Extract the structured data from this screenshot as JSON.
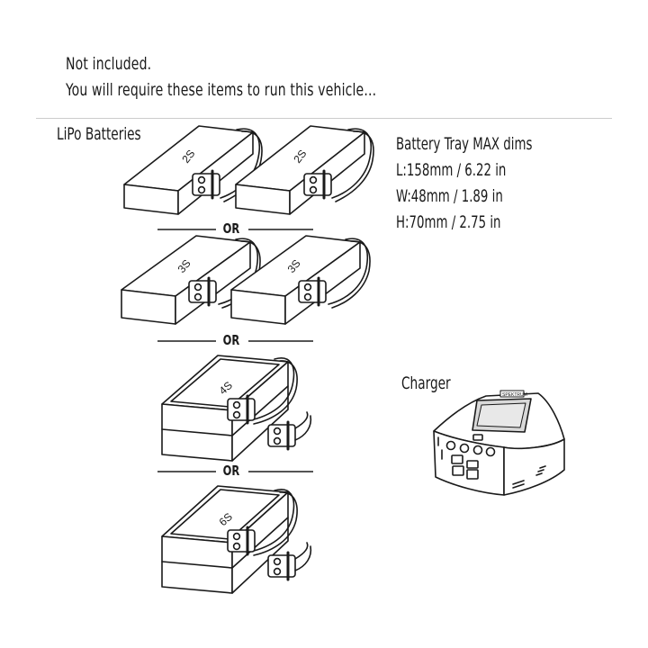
{
  "header": {
    "line1": "Not included.",
    "line2": "You will require these items to run this vehicle..."
  },
  "lipo_title": "LiPo Batteries",
  "or_label": "OR",
  "batteries": [
    {
      "label": "2S"
    },
    {
      "label": "2S"
    },
    {
      "label": "3S"
    },
    {
      "label": "3S"
    },
    {
      "label": "4S"
    },
    {
      "label": "6S"
    }
  ],
  "tray": {
    "title": "Battery Tray MAX dims",
    "length": "L:158mm / 6.22 in",
    "width": "W:48mm / 1.89 in",
    "height": "H:70mm / 2.75 in"
  },
  "charger": {
    "title": "Charger",
    "brand": "SPEKTRUM"
  }
}
